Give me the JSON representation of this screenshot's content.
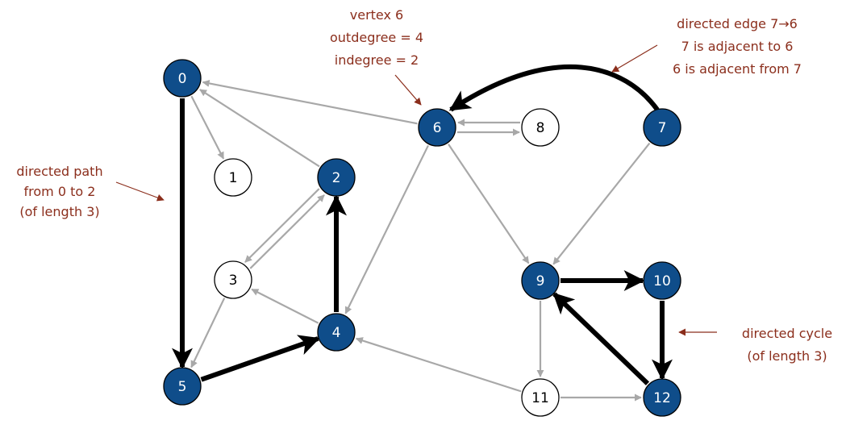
{
  "colors": {
    "thin_edge": "#a8a8a8",
    "thick_edge": "#000000",
    "filled_node": "#0f4d8a",
    "node_stroke": "#000000",
    "annotation": "#8b2e1c"
  },
  "nodes": [
    {
      "id": "0",
      "filled": true
    },
    {
      "id": "1",
      "filled": false
    },
    {
      "id": "2",
      "filled": true
    },
    {
      "id": "3",
      "filled": false
    },
    {
      "id": "4",
      "filled": true
    },
    {
      "id": "5",
      "filled": true
    },
    {
      "id": "6",
      "filled": true
    },
    {
      "id": "7",
      "filled": true
    },
    {
      "id": "8",
      "filled": false
    },
    {
      "id": "9",
      "filled": true
    },
    {
      "id": "10",
      "filled": true
    },
    {
      "id": "11",
      "filled": false
    },
    {
      "id": "12",
      "filled": true
    }
  ],
  "edges": [
    {
      "from": "0",
      "to": "1",
      "style": "thin"
    },
    {
      "from": "2",
      "to": "0",
      "style": "thin"
    },
    {
      "from": "6",
      "to": "0",
      "style": "thin"
    },
    {
      "from": "2",
      "to": "3",
      "style": "thin"
    },
    {
      "from": "3",
      "to": "2",
      "style": "thin"
    },
    {
      "from": "3",
      "to": "5",
      "style": "thin"
    },
    {
      "from": "4",
      "to": "3",
      "style": "thin"
    },
    {
      "from": "6",
      "to": "4",
      "style": "thin"
    },
    {
      "from": "6",
      "to": "8",
      "style": "thin"
    },
    {
      "from": "8",
      "to": "6",
      "style": "thin"
    },
    {
      "from": "6",
      "to": "9",
      "style": "thin"
    },
    {
      "from": "7",
      "to": "9",
      "style": "thin"
    },
    {
      "from": "9",
      "to": "11",
      "style": "thin"
    },
    {
      "from": "11",
      "to": "4",
      "style": "thin"
    },
    {
      "from": "11",
      "to": "12",
      "style": "thin"
    },
    {
      "from": "0",
      "to": "5",
      "style": "thick"
    },
    {
      "from": "5",
      "to": "4",
      "style": "thick"
    },
    {
      "from": "4",
      "to": "2",
      "style": "thick"
    },
    {
      "from": "9",
      "to": "10",
      "style": "thick"
    },
    {
      "from": "10",
      "to": "12",
      "style": "thick"
    },
    {
      "from": "12",
      "to": "9",
      "style": "thick"
    },
    {
      "from": "7",
      "to": "6",
      "style": "thick-curved"
    }
  ],
  "annotations": {
    "vertex6": [
      "vertex 6",
      "outdegree = 4",
      "indegree = 2"
    ],
    "edge76": [
      "directed edge 7→6",
      "7 is adjacent to 6",
      "6 is adjacent from 7"
    ],
    "path": [
      "directed path",
      "from 0 to 2",
      "(of length 3)"
    ],
    "cycle": [
      "directed cycle",
      "(of length 3)"
    ]
  }
}
